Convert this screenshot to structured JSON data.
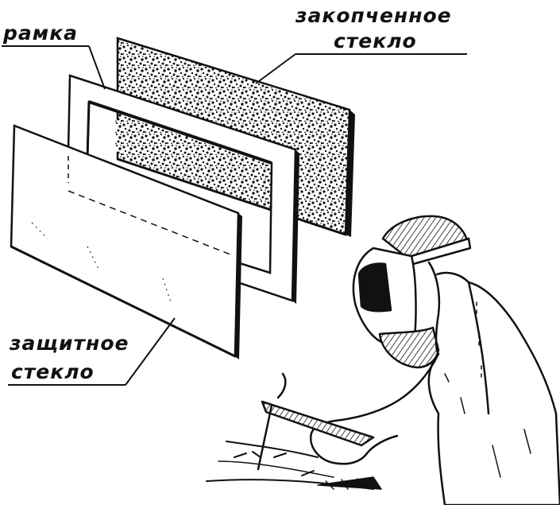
{
  "labels": {
    "frame": "рамка",
    "smoked_glass_line1": "закопченное",
    "smoked_glass_line2": "стекло",
    "protective_glass_line1": "защитное",
    "protective_glass_line2": "стекло"
  },
  "colors": {
    "ink": "#111111",
    "paper": "#ffffff"
  }
}
